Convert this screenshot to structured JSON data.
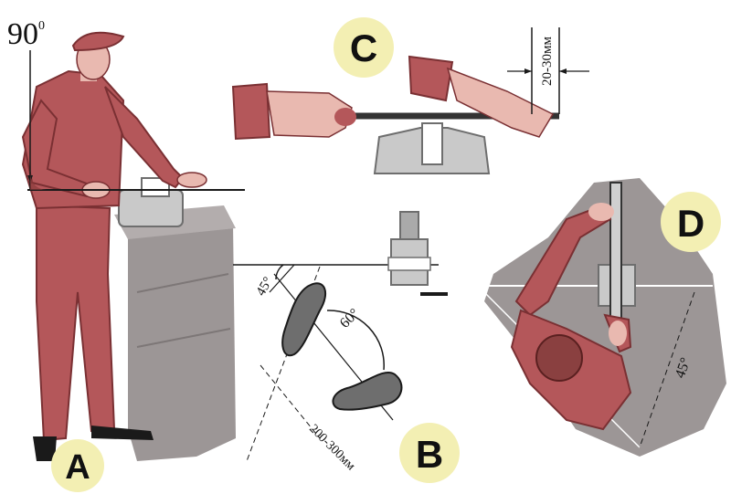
{
  "panels": {
    "a": {
      "label": "A",
      "angle_label": "90",
      "angle_sup": "0"
    },
    "b": {
      "label": "B",
      "angle_45": "45°",
      "angle_60": "60°",
      "distance": "200-300мм"
    },
    "c": {
      "label": "C",
      "offset": "20-30мм"
    },
    "d": {
      "label": "D",
      "angle_45": "45°"
    }
  },
  "colors": {
    "suit": "#b4575a",
    "suit_dark": "#7a3033",
    "skin": "#e9b9b0",
    "vise": "#c9c9c9",
    "vise_dark": "#6e6e6e",
    "floor": "#9c9696",
    "badge": "#f3efb3",
    "line": "#1a1a1a"
  }
}
